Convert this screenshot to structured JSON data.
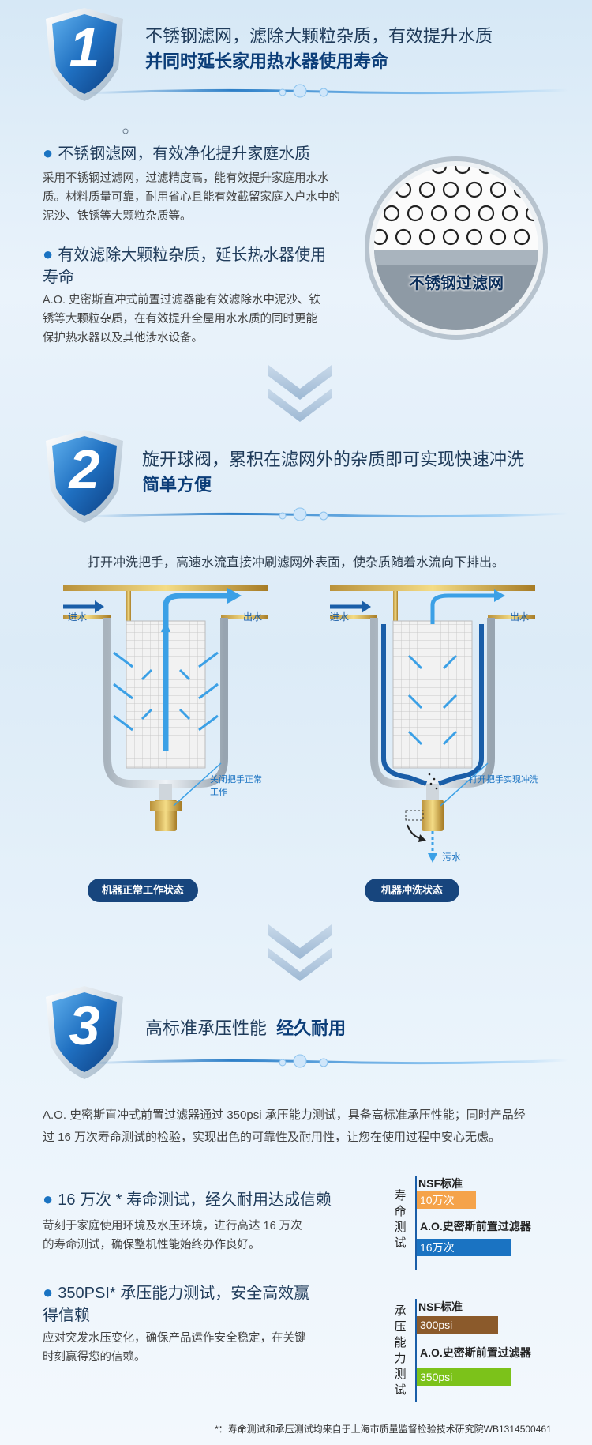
{
  "section1": {
    "number": "1",
    "title_line1": "不锈钢滤网，滤除大颗粒杂质，有效提升水质",
    "title_line2": "并同时延长家用热水器使用寿命",
    "bullet1_title": "不锈钢滤网，有效净化提升家庭水质",
    "bullet1_body": [
      "采用不锈钢过滤网，过滤精度高，能有效提升家庭用水水",
      "质。材料质量可靠，耐用省心且能有效截留家庭入户水中的",
      "泥沙、铁锈等大颗粒杂质等。"
    ],
    "bullet2_title": [
      "有效滤除大颗粒杂质，延长热水器使用",
      "寿命"
    ],
    "bullet2_body": [
      "A.O. 史密斯直冲式前置过滤器能有效滤除水中泥沙、铁",
      "锈等大颗粒杂质，在有效提升全屋用水水质的同时更能",
      "保护热水器以及其他涉水设备。"
    ],
    "mesh_label": "不锈钢过滤网"
  },
  "section2": {
    "number": "2",
    "title_line1": "旋开球阀，累积在滤网外的杂质即可实现快速冲洗",
    "title_line2": "简单方便",
    "intro": "打开冲洗把手，高速水流直接冲刷滤网外表面，使杂质随着水流向下排出。",
    "left": {
      "in_label": "进水",
      "out_label": "出水",
      "handle_label": "关闭把手正常工作",
      "state_label": "机器正常工作状态"
    },
    "right": {
      "in_label": "进水",
      "out_label": "出水",
      "handle_label": "打开把手实现冲洗",
      "waste_label": "污水",
      "state_label": "机器冲洗状态"
    }
  },
  "section3": {
    "number": "3",
    "title_line1": "高标准承压性能",
    "title_bold": "经久耐用",
    "intro": [
      "A.O. 史密斯直冲式前置过滤器通过 350psi 承压能力测试，具备高标准承压性能；同时产品经",
      "过 16 万次寿命测试的检验，实现出色的可靠性及耐用性，让您在使用过程中安心无虑。"
    ],
    "bullet1_title": "16 万次 * 寿命测试，经久耐用达成信赖",
    "bullet1_body": [
      "苛刻于家庭使用环境及水压环境，进行高达 16 万次",
      "的寿命测试，确保整机性能始终办作良好。"
    ],
    "bullet2_title": [
      "350PSI*  承压能力测试，安全高效赢",
      "得信赖"
    ],
    "bullet2_body": [
      "应对突发水压变化，确保产品运作安全稳定，在关键",
      "时刻赢得您的信赖。"
    ],
    "footnote": "*：寿命测试和承压测试均来自于上海市质量监督检验技术研究院WB1314500461"
  },
  "chart_data": [
    {
      "type": "bar",
      "side_label": "寿命测试",
      "categories": [
        "NSF标准",
        "A.O.史密斯前置过滤器"
      ],
      "values": [
        10,
        16
      ],
      "value_labels": [
        "10万次",
        "16万次"
      ],
      "colors": [
        "#f5a34a",
        "#1a73c2"
      ]
    },
    {
      "type": "bar",
      "side_label": "承压能力测试",
      "categories": [
        "NSF标准",
        "A.O.史密斯前置过滤器"
      ],
      "values": [
        300,
        350
      ],
      "value_labels": [
        "300psi",
        "350psi"
      ],
      "colors": [
        "#8b5a2b",
        "#7cc21a"
      ]
    }
  ]
}
